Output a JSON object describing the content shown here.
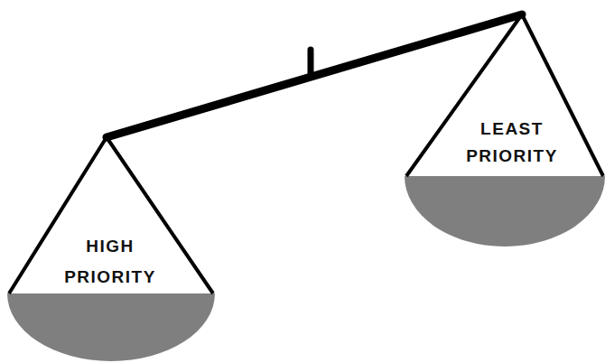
{
  "diagram": {
    "nodes": [
      {
        "text": [
          "HIGH PRIORITY"
        ]
      },
      {
        "text": [
          "LEAST PRIORITY"
        ]
      }
    ],
    "edges": [
      {
        "from": 0,
        "to": 1,
        "arrow": "none"
      }
    ]
  }
}
